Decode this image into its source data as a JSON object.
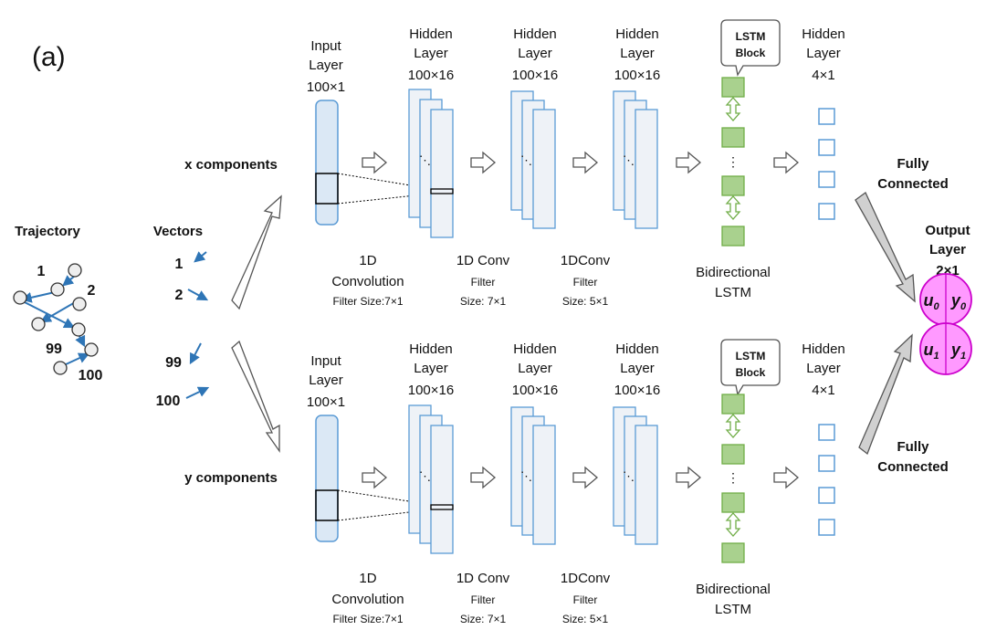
{
  "panel_label": "(a)",
  "trajectory": {
    "title": "Trajectory",
    "labels": [
      "1",
      "2",
      "99",
      "100"
    ]
  },
  "vectors": {
    "title": "Vectors",
    "labels": [
      "1",
      "2",
      "99",
      "100"
    ]
  },
  "x_branch": {
    "component_label": "x components",
    "input_layer": [
      "Input",
      "Layer",
      "100×1"
    ],
    "hidden_layers": [
      [
        "Hidden",
        "Layer",
        "100×16"
      ],
      [
        "Hidden",
        "Layer",
        "100×16"
      ],
      [
        "Hidden",
        "Layer",
        "100×16"
      ]
    ],
    "lstm_block_callout": [
      "LSTM",
      "Block"
    ],
    "final_hidden": [
      "Hidden",
      "Layer",
      "4×1"
    ],
    "conv_captions": [
      [
        "1D",
        "Convolution",
        "Filter Size:7×1"
      ],
      [
        "1D Conv",
        "Filter",
        "Size: 7×1"
      ],
      [
        "1DConv",
        "Filter",
        "Size: 5×1"
      ]
    ],
    "lstm_caption": [
      "Bidirectional",
      "LSTM"
    ],
    "fully_connected": [
      "Fully",
      "Connected"
    ]
  },
  "y_branch": {
    "component_label": "y components",
    "input_layer": [
      "Input",
      "Layer",
      "100×1"
    ],
    "hidden_layers": [
      [
        "Hidden",
        "Layer",
        "100×16"
      ],
      [
        "Hidden",
        "Layer",
        "100×16"
      ],
      [
        "Hidden",
        "Layer",
        "100×16"
      ]
    ],
    "lstm_block_callout": [
      "LSTM",
      "Block"
    ],
    "final_hidden": [
      "Hidden",
      "Layer",
      "4×1"
    ],
    "conv_captions": [
      [
        "1D",
        "Convolution",
        "Filter Size:7×1"
      ],
      [
        "1D Conv",
        "Filter",
        "Size: 7×1"
      ],
      [
        "1DConv",
        "Filter",
        "Size: 5×1"
      ]
    ],
    "lstm_caption": [
      "Bidirectional",
      "LSTM"
    ],
    "fully_connected": [
      "Fully",
      "Connected"
    ]
  },
  "output_layer": {
    "title": [
      "Output",
      "Layer",
      "2×1"
    ],
    "nodes": [
      {
        "left": "u",
        "left_sub": "0",
        "right": "y",
        "right_sub": "0"
      },
      {
        "left": "u",
        "left_sub": "1",
        "right": "y",
        "right_sub": "1"
      }
    ]
  },
  "colors": {
    "layer_fill": "#eef2f7",
    "layer_stroke": "#5b9bd5",
    "lstm_fill": "#a9d18e",
    "lstm_stroke": "#70ad47",
    "vector_arrow": "#2e75b6",
    "output_fill": "#ff99ff",
    "output_stroke": "#cc00cc",
    "fc_arrow_fill": "#d0d0d0"
  }
}
